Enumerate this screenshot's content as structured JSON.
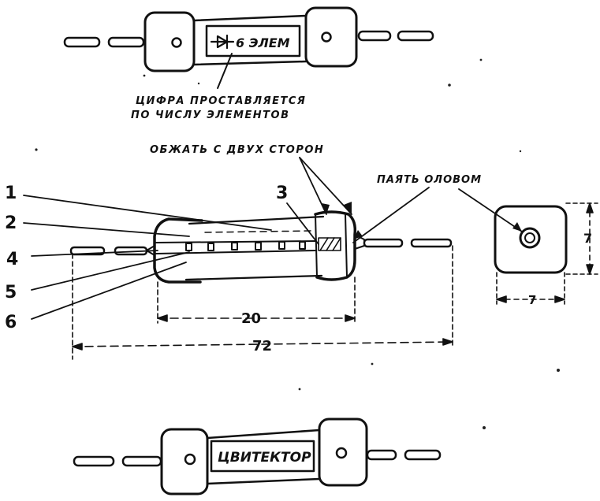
{
  "top_view": {
    "label_text": "6 ЭЛЕМ",
    "note_line1": "ЦИФРА  ПРОСТАВЛЯЕТСЯ",
    "note_line2": "ПО ЧИСЛУ ЭЛЕМЕНТОВ"
  },
  "section_view": {
    "crimp_note": "ОБЖАТЬ С ДВУХ СТОРОН",
    "solder_note": "ПАЯТЬ ОЛОВОМ",
    "callouts": [
      "1",
      "2",
      "3",
      "4",
      "5",
      "6"
    ],
    "dim_body": "20",
    "dim_total": "72"
  },
  "end_view": {
    "dim_width": "7",
    "dim_height": "7"
  },
  "bottom_view": {
    "label_text": "ЦВИТЕКТОР"
  }
}
